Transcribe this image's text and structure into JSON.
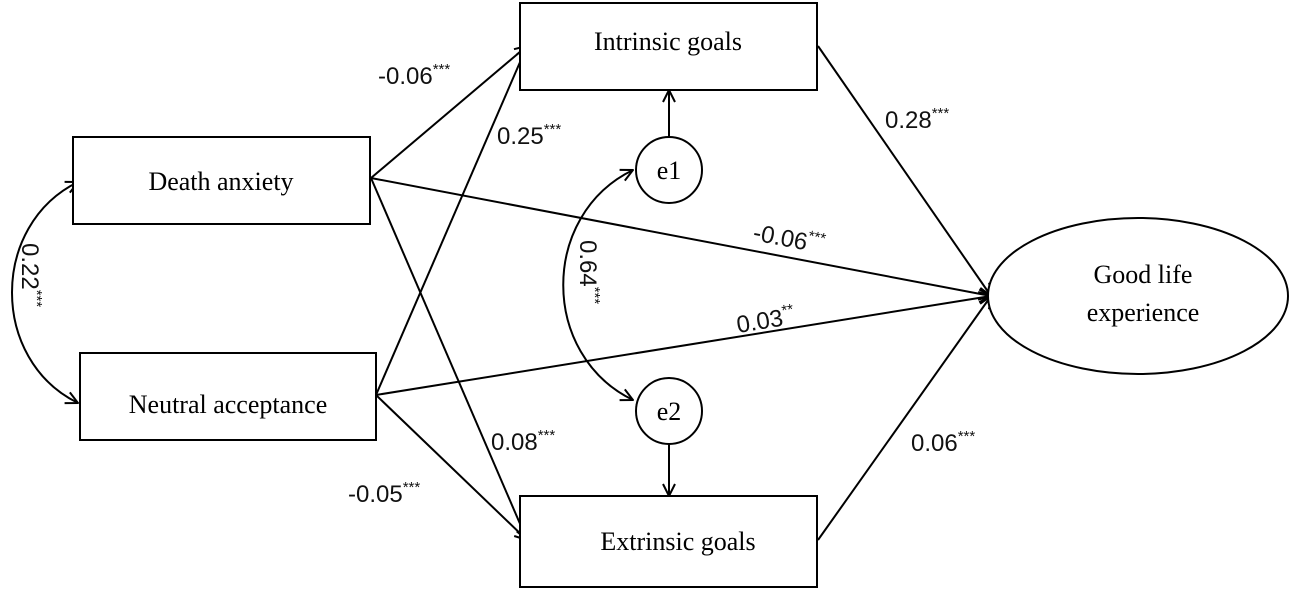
{
  "nodes": {
    "intrinsic": "Intrinsic goals",
    "death": "Death anxiety",
    "neutral": "Neutral acceptance",
    "extrinsic": "Extrinsic goals",
    "good_line1": "Good life",
    "good_line2": "experience",
    "e1": "e1",
    "e2": "e2"
  },
  "edges": {
    "death_intrinsic": {
      "value": "-0.06",
      "sig": "***"
    },
    "neutral_intrinsic": {
      "value": "0.25",
      "sig": "***"
    },
    "intrinsic_good": {
      "value": "0.28",
      "sig": "***"
    },
    "death_good": {
      "value": "-0.06",
      "sig": "***"
    },
    "neutral_good": {
      "value": "0.03",
      "sig": "**"
    },
    "death_extrinsic": {
      "value": "0.08",
      "sig": "***"
    },
    "neutral_extrinsic": {
      "value": "-0.05",
      "sig": "***"
    },
    "extrinsic_good": {
      "value": "0.06",
      "sig": "***"
    },
    "cov_death_neutral": {
      "value": "0.22",
      "sig": "***"
    },
    "cov_e1_e2": {
      "value": "0.64",
      "sig": "***"
    }
  }
}
